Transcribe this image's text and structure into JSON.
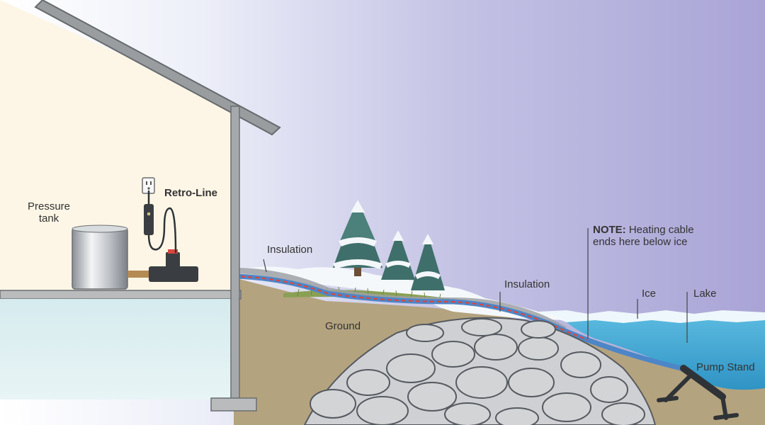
{
  "labels": {
    "pressure_tank_line1": "Pressure",
    "pressure_tank_line2": "tank",
    "retro_line": "Retro-Line",
    "insulation_left": "Insulation",
    "insulation_right": "Insulation",
    "note_key": "NOTE:",
    "note_line1_rest": " Heating cable",
    "note_line2": "ends here below ice",
    "ice": "Ice",
    "lake": "Lake",
    "ground": "Ground",
    "pump_stand": "Pump Stand"
  },
  "colors": {
    "house_wall": "#fdf6e6",
    "basement": "#d9ecee",
    "sky_top": "#a9a4d6",
    "ground": "#b4a37f",
    "lake": "#4fb0d6",
    "ice": "#e6f3fa",
    "pipe": "#4d86c8",
    "heating_cable": "#d9473e",
    "rock": "#d3d4d6"
  },
  "icons": {
    "outlet": "outlet-icon",
    "pressure_tank": "pressure-tank-icon",
    "pump_stand": "pump-stand-icon",
    "tree": "snowy-pine-icon"
  }
}
